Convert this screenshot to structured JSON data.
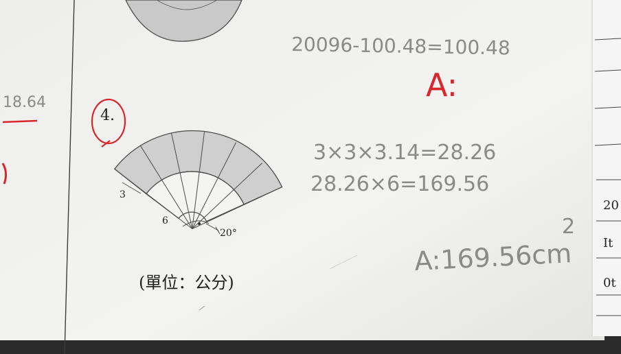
{
  "problem": {
    "number": "4.",
    "units_caption": "(單位：公分)",
    "dimension_labels": {
      "outer_band": "3",
      "inner_radius": "6",
      "angle": "20°"
    }
  },
  "handwriting": {
    "top_calc": "20096-100.48=100.48",
    "red_answer": "A:",
    "margin_number": "18.64",
    "line1": "3×3×3.14=28.26",
    "line2": "28.26×6=169.56",
    "answer_main": "A:169.56cm",
    "answer_exponent": "2"
  },
  "right_page_fragments": [
    "20",
    "It",
    "0t"
  ],
  "colors": {
    "paper": "#f1f1ef",
    "pencil": "#8a8a8a",
    "red_ink": "#d8262c",
    "fan_shade": "#cfcfcf"
  }
}
